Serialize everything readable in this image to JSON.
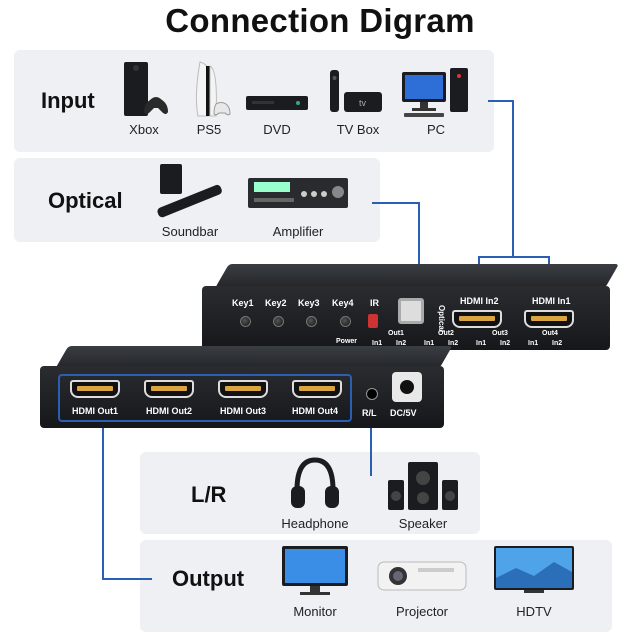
{
  "title": "Connection Digram",
  "panels": {
    "input": {
      "label": "Input",
      "devices": [
        "Xbox",
        "PS5",
        "DVD",
        "TV Box",
        "PC"
      ]
    },
    "optical": {
      "label": "Optical",
      "devices": [
        "Soundbar",
        "Amplifier"
      ]
    },
    "lr": {
      "label": "L/R",
      "devices": [
        "Headphone",
        "Speaker"
      ]
    },
    "output": {
      "label": "Output",
      "devices": [
        "Monitor",
        "Projector",
        "HDTV"
      ]
    }
  },
  "rear_unit": {
    "keys": [
      "Key1",
      "Key2",
      "Key3",
      "Key4"
    ],
    "ir": "IR",
    "power": "Power",
    "optical": "Optical",
    "hdmi_inputs": [
      "HDMI In2",
      "HDMI In1"
    ],
    "out_groups": [
      "Out1",
      "Out2",
      "Out3",
      "Out4"
    ],
    "in_labels": [
      "In1",
      "In2"
    ]
  },
  "front_unit": {
    "hdmi_outputs": [
      "HDMI Out1",
      "HDMI Out2",
      "HDMI Out3",
      "HDMI Out4"
    ],
    "rl": "R/L",
    "dc": "DC/5V"
  },
  "colors": {
    "wire": "#2b5fb4",
    "panel": "#eef0f4",
    "device_body": "#1b1c1f"
  }
}
